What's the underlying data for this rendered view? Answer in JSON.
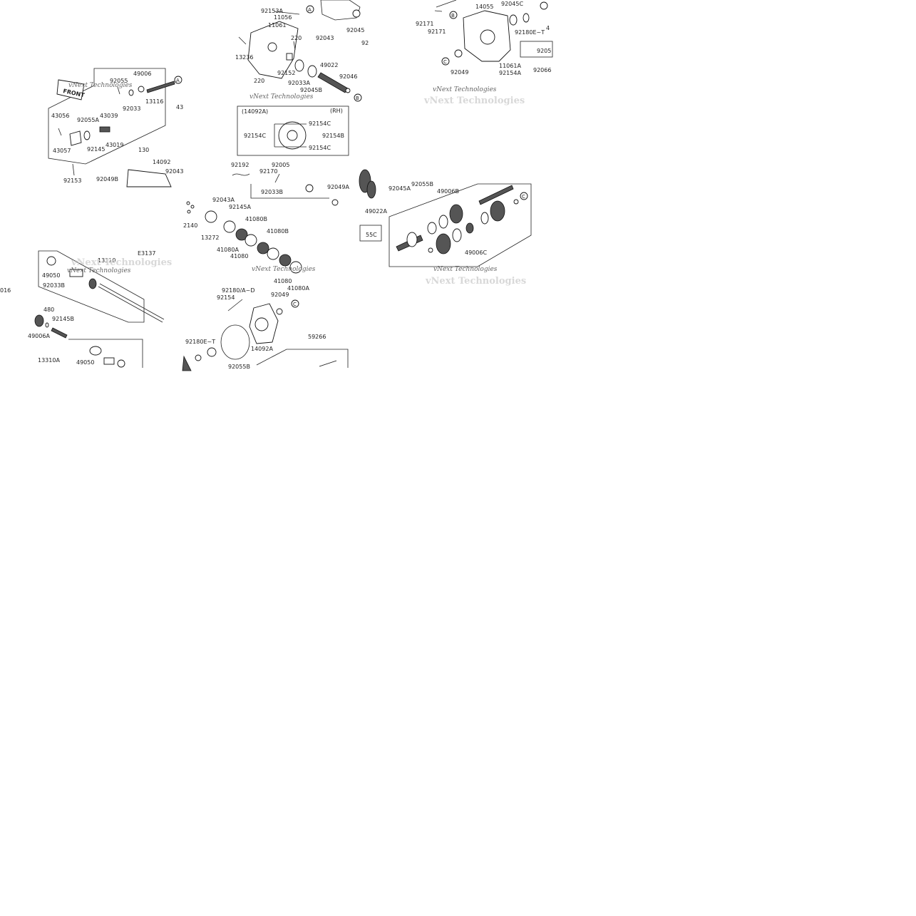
{
  "diagram": {
    "labels": {
      "l92153a": "92153A",
      "l11056": "11056",
      "l11061": "11061",
      "l220": "220",
      "l13236": "13236",
      "l92152": "92152",
      "l220b": "220",
      "l92033a": "92033A",
      "l92045b": "92045B",
      "l49022": "49022",
      "l92046": "92046",
      "l92043": "92043",
      "l92045": "92045",
      "l92": "92",
      "l14055": "14055",
      "l92045c": "92045C",
      "l92171a": "92171",
      "l92171b": "92171",
      "l92180et": "92180E~T",
      "l4": "4",
      "l9205": "9205",
      "l11061a": "11061A",
      "l92154a": "92154A",
      "l92049r": "92049",
      "l92066": "92066",
      "l92055": "92055",
      "l49006": "49006",
      "l92033": "92033",
      "l13116": "13116",
      "l43": "43",
      "l43056": "43056",
      "l92055a": "92055A",
      "l43039": "43039",
      "l92145": "92145",
      "l43019": "43019",
      "l43057": "43057",
      "l130": "130",
      "l14092": "14092",
      "l92043b": "92043",
      "l92049b": "92049B",
      "l92153": "92153",
      "l14092a_rh": "(14092A)",
      "l_rh": "(RH)",
      "l92154c1": "92154C",
      "l92154c2": "92154C",
      "l92154c3": "92154C",
      "l92154b": "92154B",
      "l92192": "92192",
      "l92005": "92005",
      "l92170": "92170",
      "l92033b": "92033B",
      "l92049a": "92049A",
      "l92045a": "92045A",
      "l92055b": "92055B",
      "l49022a": "49022A",
      "l55c": "55C",
      "l92043a": "92043A",
      "l92145a": "92145A",
      "l41080b1": "41080B",
      "l41080b2": "41080B",
      "l2140": "2140",
      "l13272": "13272",
      "l41080a1": "41080A",
      "l41080": "41080",
      "l41080c": "41080",
      "l41080a2": "41080A",
      "l92180ad": "92180/A~D",
      "l92154": "92154",
      "l92049c": "92049",
      "l92180et2": "92180E~T",
      "l14092a": "14092A",
      "l92055b2": "92055B",
      "l59266": "59266",
      "l49006b": "49006B",
      "l49006c": "49006C",
      "l13310": "13310",
      "l49050": "49050",
      "l92033b2": "92033B",
      "l016": "016",
      "lE3137": "E3137",
      "l480": "480",
      "l92145b": "92145B",
      "l49006a": "49006A",
      "l13310a": "13310A",
      "l49050b": "49050"
    },
    "callouts": {
      "A": "A",
      "B": "B",
      "C": "C"
    },
    "front_tag": "FRONT",
    "watermark": {
      "text": "vNext Technologies"
    }
  }
}
